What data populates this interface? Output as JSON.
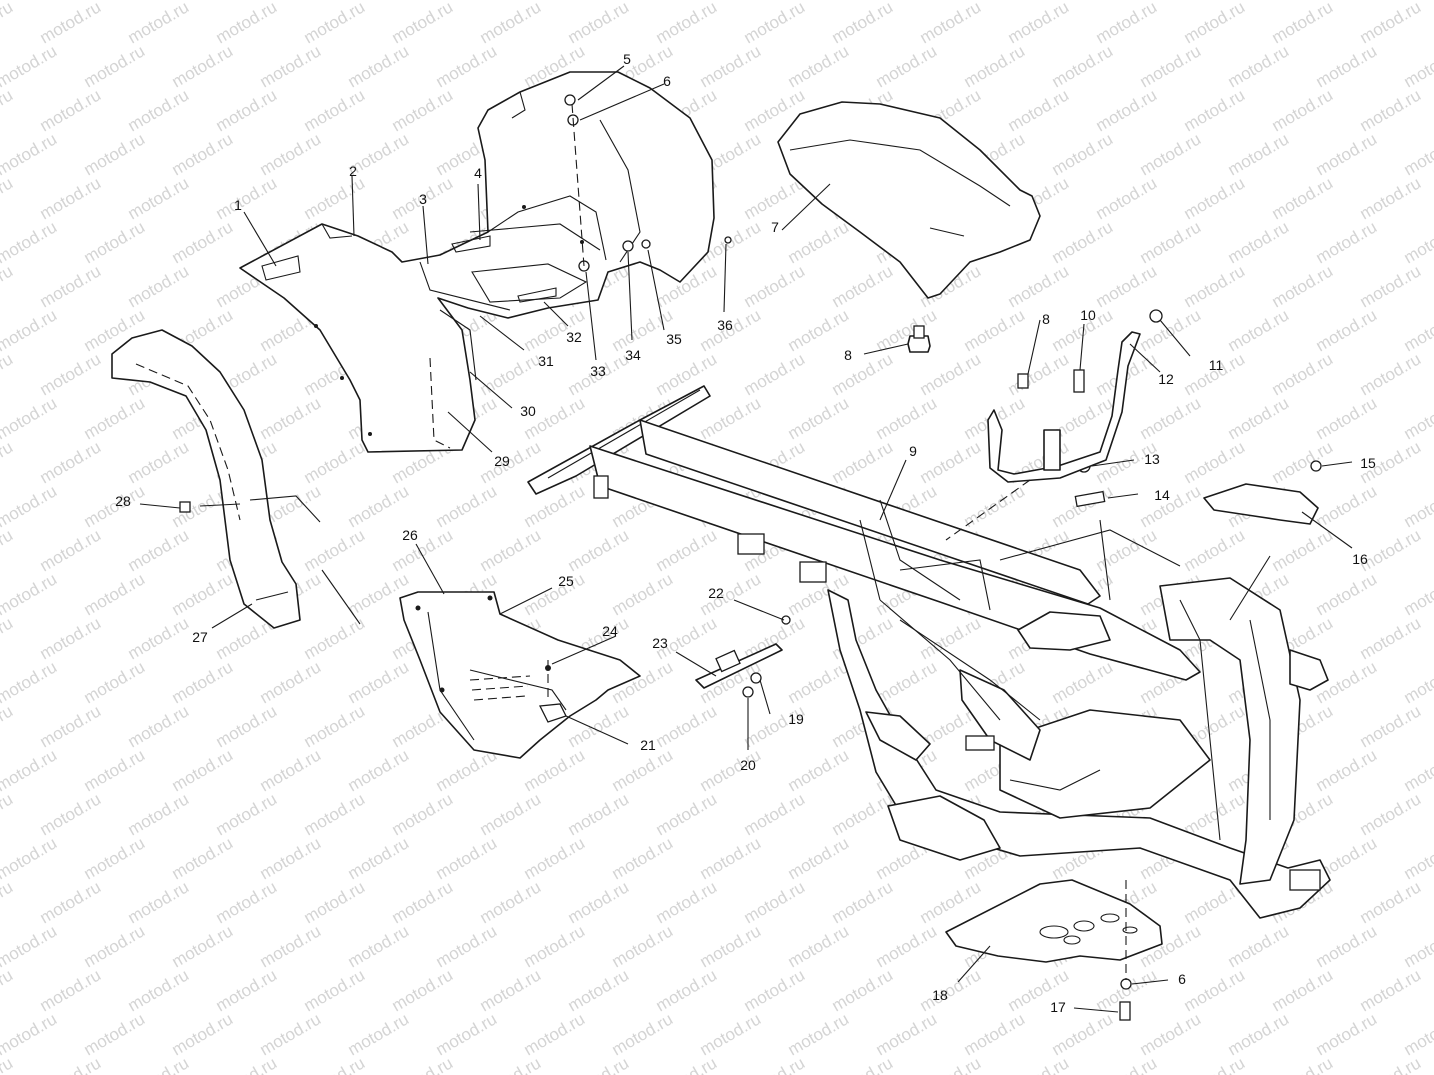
{
  "watermark": {
    "text": "motod.ru",
    "color": "#d4d4d4"
  },
  "diagram": {
    "style": "exploded parts diagram, black line art on white",
    "callouts": [
      {
        "id": "c1",
        "label": "1"
      },
      {
        "id": "c2",
        "label": "2"
      },
      {
        "id": "c3",
        "label": "3"
      },
      {
        "id": "c4",
        "label": "4"
      },
      {
        "id": "c5",
        "label": "5"
      },
      {
        "id": "c6a",
        "label": "6"
      },
      {
        "id": "c7",
        "label": "7"
      },
      {
        "id": "c8a",
        "label": "8"
      },
      {
        "id": "c8b",
        "label": "8"
      },
      {
        "id": "c9",
        "label": "9"
      },
      {
        "id": "c10",
        "label": "10"
      },
      {
        "id": "c11",
        "label": "11"
      },
      {
        "id": "c12",
        "label": "12"
      },
      {
        "id": "c13",
        "label": "13"
      },
      {
        "id": "c14",
        "label": "14"
      },
      {
        "id": "c15",
        "label": "15"
      },
      {
        "id": "c16",
        "label": "16"
      },
      {
        "id": "c17",
        "label": "17"
      },
      {
        "id": "c18",
        "label": "18"
      },
      {
        "id": "c19",
        "label": "19"
      },
      {
        "id": "c20",
        "label": "20"
      },
      {
        "id": "c21",
        "label": "21"
      },
      {
        "id": "c22",
        "label": "22"
      },
      {
        "id": "c23",
        "label": "23"
      },
      {
        "id": "c24",
        "label": "24"
      },
      {
        "id": "c25",
        "label": "25"
      },
      {
        "id": "c26",
        "label": "26"
      },
      {
        "id": "c27",
        "label": "27"
      },
      {
        "id": "c28",
        "label": "28"
      },
      {
        "id": "c29",
        "label": "29"
      },
      {
        "id": "c30",
        "label": "30"
      },
      {
        "id": "c31",
        "label": "31"
      },
      {
        "id": "c32",
        "label": "32"
      },
      {
        "id": "c33",
        "label": "33"
      },
      {
        "id": "c34",
        "label": "34"
      },
      {
        "id": "c35",
        "label": "35"
      },
      {
        "id": "c36",
        "label": "36"
      },
      {
        "id": "c6b",
        "label": "6"
      }
    ]
  }
}
